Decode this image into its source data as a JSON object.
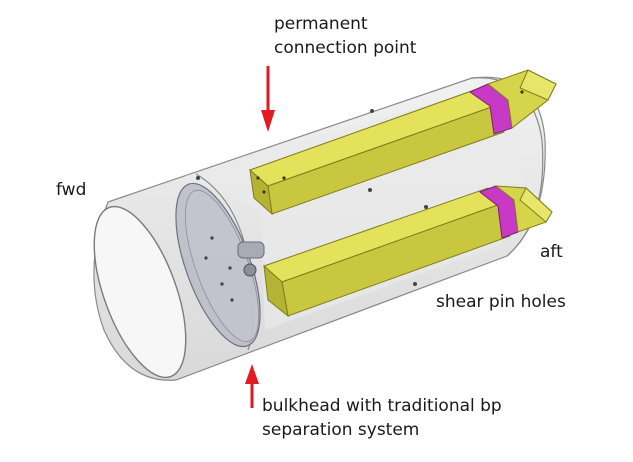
{
  "labels": {
    "permanent_line1": "permanent",
    "permanent_line2": "connection point",
    "fwd": "fwd",
    "aft": "aft",
    "shear": "shear pin holes",
    "bulkhead_line1": "bulkhead with traditional bp",
    "bulkhead_line2": "separation system"
  },
  "colors": {
    "arrow": "#e21b23",
    "beam": "#d6d44a",
    "beam_dark": "#a3a12b",
    "band": "#c83ac6",
    "tube_fill": "#e3e3e3",
    "tube_stroke": "#8a8a8a",
    "bulkhead": "#b7b9c4"
  }
}
